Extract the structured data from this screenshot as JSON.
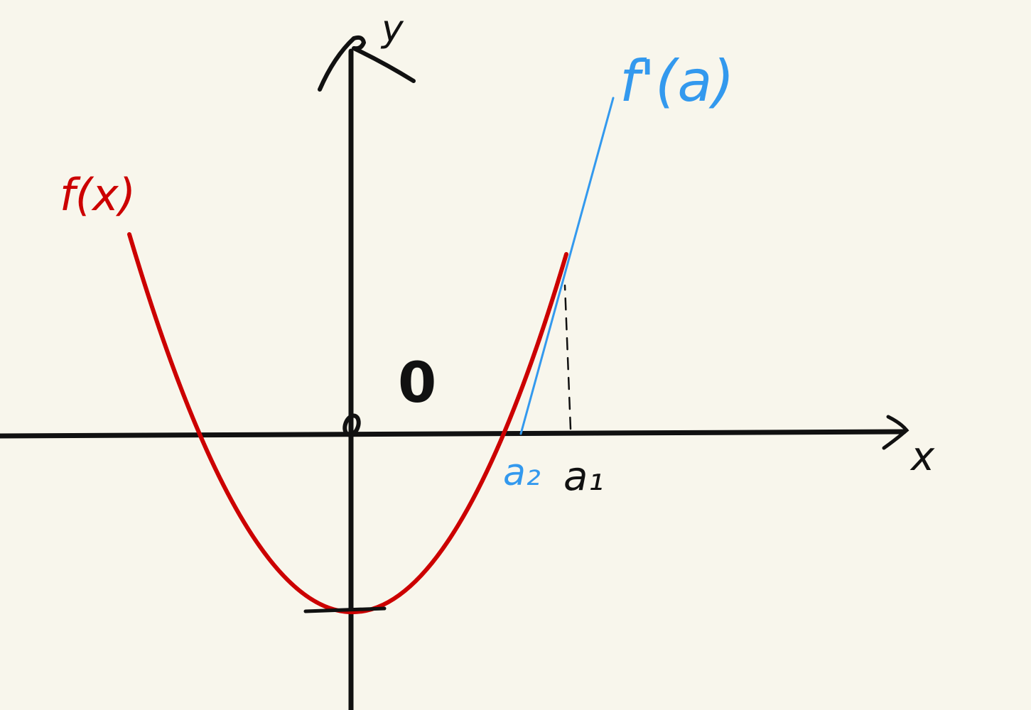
{
  "labels": {
    "y_axis": "y",
    "x_axis": "x",
    "origin": "o",
    "function": "f(x)",
    "tangent": "f'(a)",
    "zero_mark": "0",
    "a2": "a₂",
    "a1": "a₁"
  },
  "colors": {
    "background": "#f8f6ec",
    "axes": "#111111",
    "curve": "#cc0000",
    "tangent": "#3399ee"
  }
}
